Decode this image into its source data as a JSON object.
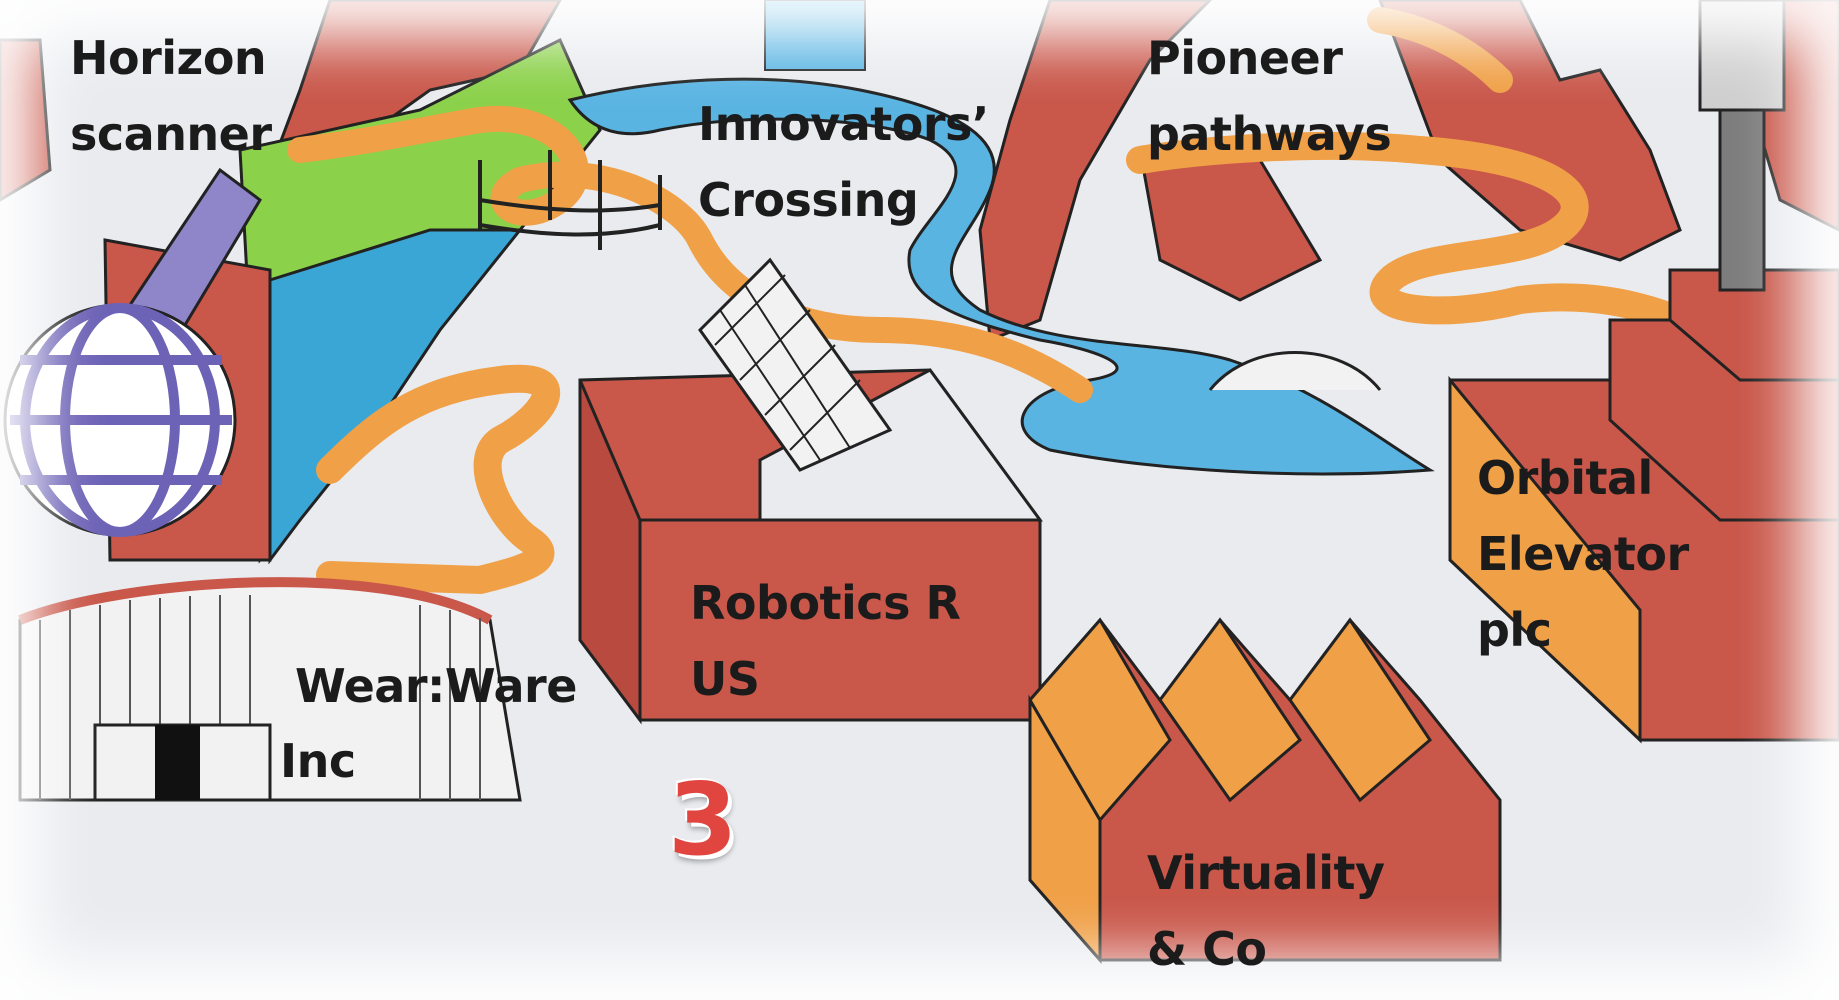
{
  "labels": {
    "horizon": "Horizon\nscanner",
    "innovators": "Innovators’\nCrossing",
    "pioneer": "Pioneer\npathways",
    "orbital": "Orbital\nElevator\nplc",
    "robotics": "Robotics R\nUS",
    "wear_line1": "Wear:Ware",
    "wear_line2": "Inc",
    "virtuality": "Virtuality\n& Co"
  },
  "page_number": "3",
  "colors": {
    "background": "#e9ebef",
    "brick_red": "#c9574a",
    "orange": "#f0a047",
    "river_blue": "#3aa6d6",
    "grass_green": "#8bd14a",
    "purple": "#8f86c9",
    "page_number_red": "#e0463f"
  }
}
